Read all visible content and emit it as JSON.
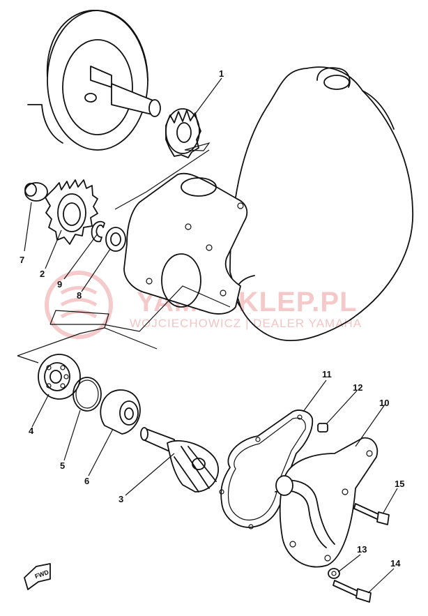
{
  "watermark": {
    "main": "YAMASKLEP.PL",
    "sub": "WOJCIECHOWICZ | DEALER YAMAHA",
    "color": "#e88a8a"
  },
  "fwd_label": "FWD",
  "callouts": [
    "1",
    "2",
    "3",
    "4",
    "5",
    "6",
    "7",
    "8",
    "9",
    "10",
    "11",
    "12",
    "13",
    "14",
    "15"
  ]
}
